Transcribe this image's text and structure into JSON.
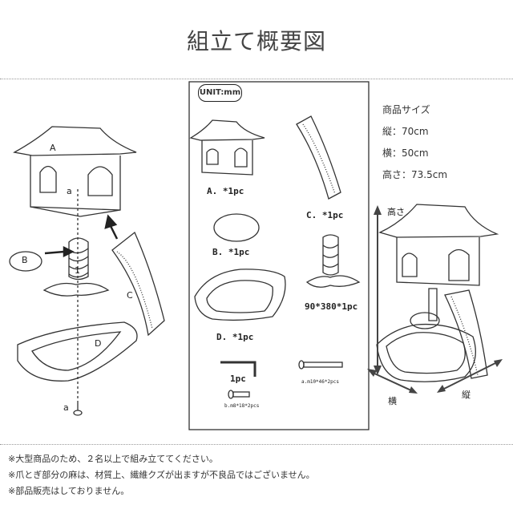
{
  "title": "組立て概要図",
  "unit_badge": "UNIT:mm",
  "specs": {
    "heading": "商品サイズ",
    "length": "縦：70cm",
    "width": "横：50cm",
    "height": "高さ：73.5cm"
  },
  "parts": {
    "a": "A. *1pc",
    "b": "B. *1pc",
    "c": "C. *1pc",
    "d": "D. *1pc",
    "post": "90*380*1pc",
    "wrench": "1pc",
    "bolt_long": "a.m10*46*2pcs",
    "bolt_short": "b.m8*18*2pcs"
  },
  "exploded_labels": {
    "a_top": "A",
    "b": "B",
    "c": "C",
    "d": "D",
    "screw_a": "a",
    "screw_a_bottom": "a",
    "circle_1": "1"
  },
  "axis_labels": {
    "height": "高さ",
    "width": "横",
    "length": "縦"
  },
  "notes": [
    "※大型商品のため、２名以上で組み立ててください。",
    "※爪とぎ部分の麻は、材質上、繊維クズが出ますが不良品ではございません。",
    "※部品販売はしておりません。"
  ]
}
